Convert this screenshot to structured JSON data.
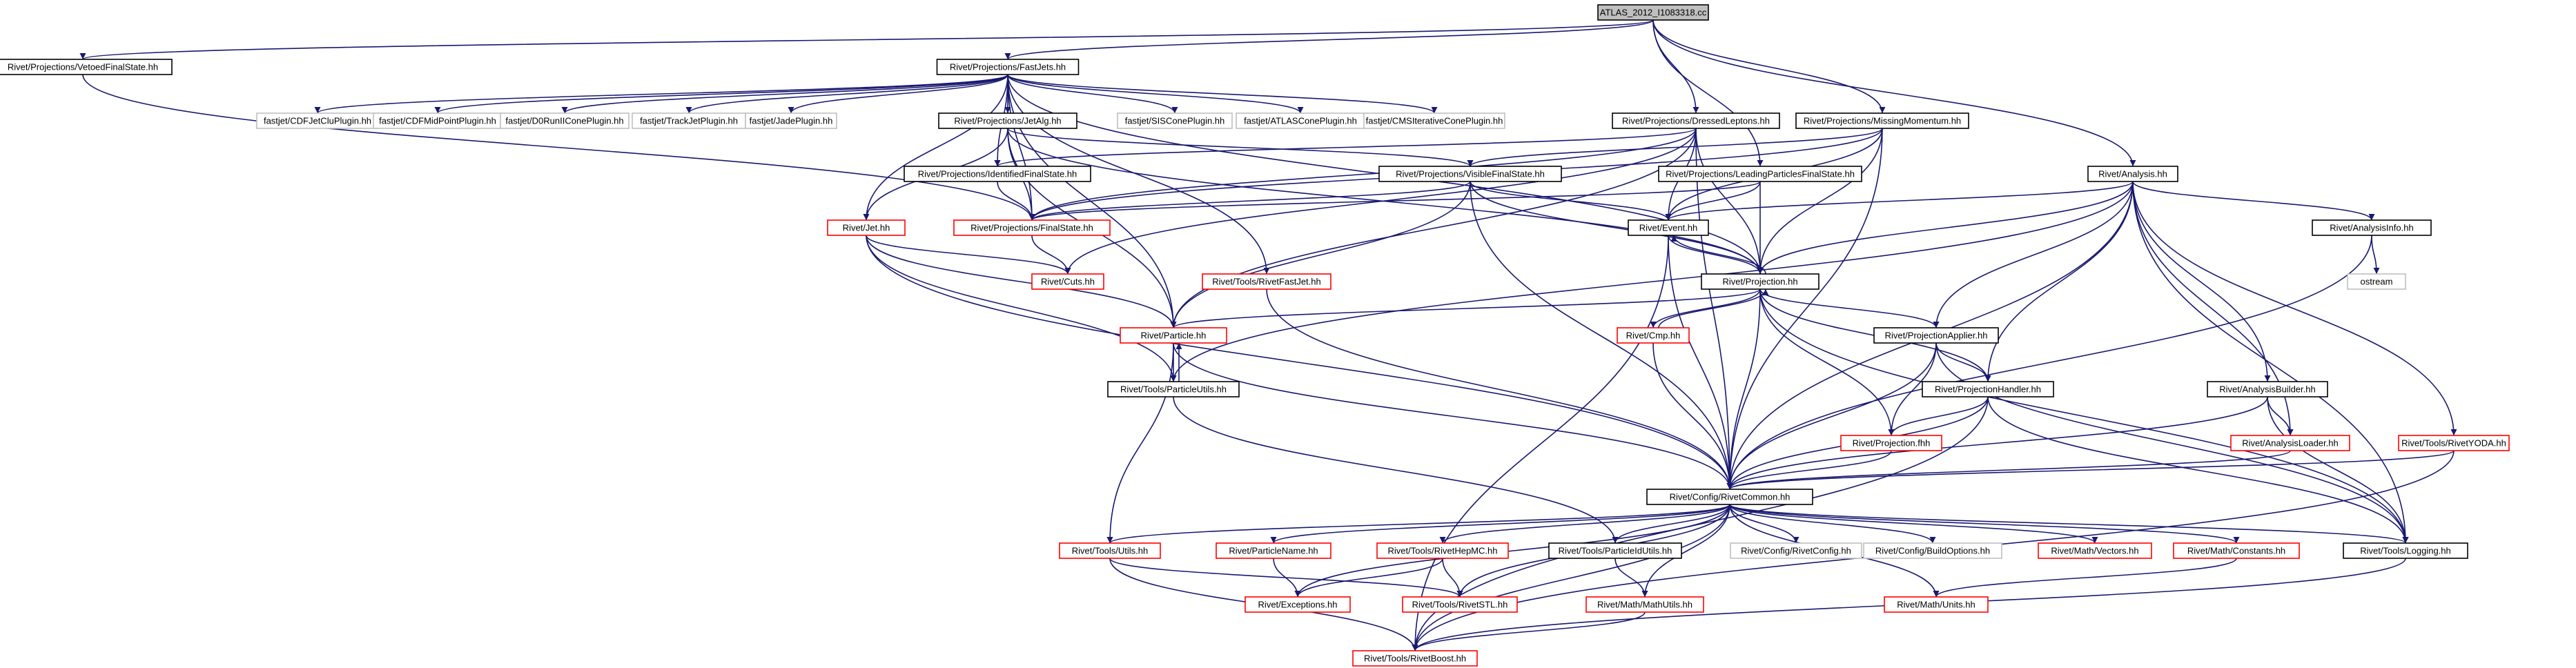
{
  "palette": {
    "edge": "#191970",
    "root_fill": "#bfbfbf",
    "node_fill": "#ffffff",
    "border_documented": "#000000",
    "border_red": "#ff0000",
    "border_external": "#bfbfbf"
  },
  "nodes": [
    {
      "id": "root",
      "label": "ATLAS_2012_I1083318.cc",
      "kind": "root"
    },
    {
      "id": "vetoed",
      "label": "Rivet/Projections/VetoedFinalState.hh",
      "kind": "doc"
    },
    {
      "id": "fastjets",
      "label": "Rivet/Projections/FastJets.hh",
      "kind": "doc"
    },
    {
      "id": "dressed",
      "label": "Rivet/Projections/DressedLeptons.hh",
      "kind": "doc"
    },
    {
      "id": "missing",
      "label": "Rivet/Projections/MissingMomentum.hh",
      "kind": "doc"
    },
    {
      "id": "analysis",
      "label": "Rivet/Analysis.hh",
      "kind": "doc"
    },
    {
      "id": "cdfjetclu",
      "label": "fastjet/CDFJetCluPlugin.hh",
      "kind": "ext"
    },
    {
      "id": "cdfmid",
      "label": "fastjet/CDFMidPointPlugin.hh",
      "kind": "ext"
    },
    {
      "id": "d0run",
      "label": "fastjet/D0RunIIConePlugin.hh",
      "kind": "ext"
    },
    {
      "id": "trackjet",
      "label": "fastjet/TrackJetPlugin.hh",
      "kind": "ext"
    },
    {
      "id": "jadeplugin",
      "label": "fastjet/JadePlugin.hh",
      "kind": "ext"
    },
    {
      "id": "jetalg",
      "label": "Rivet/Projections/JetAlg.hh",
      "kind": "doc"
    },
    {
      "id": "siscone",
      "label": "fastjet/SISConePlugin.hh",
      "kind": "ext"
    },
    {
      "id": "atlascone",
      "label": "fastjet/ATLASConePlugin.hh",
      "kind": "ext"
    },
    {
      "id": "cmsiter",
      "label": "fastjet/CMSIterativeConePlugin.hh",
      "kind": "ext"
    },
    {
      "id": "identified",
      "label": "Rivet/Projections/IdentifiedFinalState.hh",
      "kind": "doc"
    },
    {
      "id": "visible",
      "label": "Rivet/Projections/VisibleFinalState.hh",
      "kind": "doc"
    },
    {
      "id": "leading",
      "label": "Rivet/Projections/LeadingParticlesFinalState.hh",
      "kind": "doc"
    },
    {
      "id": "jet",
      "label": "Rivet/Jet.hh",
      "kind": "red"
    },
    {
      "id": "finalstate",
      "label": "Rivet/Projections/FinalState.hh",
      "kind": "red"
    },
    {
      "id": "event",
      "label": "Rivet/Event.hh",
      "kind": "doc"
    },
    {
      "id": "analysisinfo",
      "label": "Rivet/AnalysisInfo.hh",
      "kind": "doc"
    },
    {
      "id": "cuts",
      "label": "Rivet/Cuts.hh",
      "kind": "red"
    },
    {
      "id": "rivetfastjet",
      "label": "Rivet/Tools/RivetFastJet.hh",
      "kind": "red"
    },
    {
      "id": "projection",
      "label": "Rivet/Projection.hh",
      "kind": "doc"
    },
    {
      "id": "ostream",
      "label": "ostream",
      "kind": "ext"
    },
    {
      "id": "cmp",
      "label": "Rivet/Cmp.hh",
      "kind": "red"
    },
    {
      "id": "particle",
      "label": "Rivet/Particle.hh",
      "kind": "red"
    },
    {
      "id": "projapplier",
      "label": "Rivet/ProjectionApplier.hh",
      "kind": "doc"
    },
    {
      "id": "particleutils",
      "label": "Rivet/Tools/ParticleUtils.hh",
      "kind": "doc"
    },
    {
      "id": "projhandler",
      "label": "Rivet/ProjectionHandler.hh",
      "kind": "doc"
    },
    {
      "id": "analysisbuilder",
      "label": "Rivet/AnalysisBuilder.hh",
      "kind": "doc"
    },
    {
      "id": "projfhh",
      "label": "Rivet/Projection.fhh",
      "kind": "red"
    },
    {
      "id": "analysisloader",
      "label": "Rivet/AnalysisLoader.hh",
      "kind": "red"
    },
    {
      "id": "rivetyoda",
      "label": "Rivet/Tools/RivetYODA.hh",
      "kind": "red"
    },
    {
      "id": "rivetcommon",
      "label": "Rivet/Config/RivetCommon.hh",
      "kind": "doc"
    },
    {
      "id": "toolsutils",
      "label": "Rivet/Tools/Utils.hh",
      "kind": "red"
    },
    {
      "id": "particlename",
      "label": "Rivet/ParticleName.hh",
      "kind": "red"
    },
    {
      "id": "rivethepmc",
      "label": "Rivet/Tools/RivetHepMC.hh",
      "kind": "red"
    },
    {
      "id": "particleidutils",
      "label": "Rivet/Tools/ParticleIdUtils.hh",
      "kind": "doc"
    },
    {
      "id": "rivetconfig",
      "label": "Rivet/Config/RivetConfig.hh",
      "kind": "ext"
    },
    {
      "id": "buildoptions",
      "label": "Rivet/Config/BuildOptions.hh",
      "kind": "ext"
    },
    {
      "id": "mathvectors",
      "label": "Rivet/Math/Vectors.hh",
      "kind": "red"
    },
    {
      "id": "mathconstants",
      "label": "Rivet/Math/Constants.hh",
      "kind": "red"
    },
    {
      "id": "logging",
      "label": "Rivet/Tools/Logging.hh",
      "kind": "doc"
    },
    {
      "id": "exceptions",
      "label": "Rivet/Exceptions.hh",
      "kind": "red"
    },
    {
      "id": "rivetstl",
      "label": "Rivet/Tools/RivetSTL.hh",
      "kind": "red"
    },
    {
      "id": "mathutils",
      "label": "Rivet/Math/MathUtils.hh",
      "kind": "red"
    },
    {
      "id": "mathunits",
      "label": "Rivet/Math/Units.hh",
      "kind": "red"
    },
    {
      "id": "rivetboost",
      "label": "Rivet/Tools/RivetBoost.hh",
      "kind": "red"
    }
  ],
  "edges": [
    [
      "root",
      "vetoed"
    ],
    [
      "root",
      "fastjets"
    ],
    [
      "root",
      "dressed"
    ],
    [
      "root",
      "missing"
    ],
    [
      "root",
      "analysis"
    ],
    [
      "root",
      "leading"
    ],
    [
      "vetoed",
      "finalstate"
    ],
    [
      "fastjets",
      "cdfjetclu"
    ],
    [
      "fastjets",
      "cdfmid"
    ],
    [
      "fastjets",
      "d0run"
    ],
    [
      "fastjets",
      "trackjet"
    ],
    [
      "fastjets",
      "jadeplugin"
    ],
    [
      "fastjets",
      "jetalg"
    ],
    [
      "fastjets",
      "siscone"
    ],
    [
      "fastjets",
      "atlascone"
    ],
    [
      "fastjets",
      "cmsiter"
    ],
    [
      "fastjets",
      "identified"
    ],
    [
      "fastjets",
      "finalstate"
    ],
    [
      "fastjets",
      "jet"
    ],
    [
      "fastjets",
      "particle"
    ],
    [
      "fastjets",
      "projection"
    ],
    [
      "fastjets",
      "rivetfastjet"
    ],
    [
      "jetalg",
      "visible"
    ],
    [
      "jetalg",
      "jet"
    ],
    [
      "jetalg",
      "particle"
    ],
    [
      "jetalg",
      "projection"
    ],
    [
      "jetalg",
      "finalstate"
    ],
    [
      "dressed",
      "identified"
    ],
    [
      "dressed",
      "finalstate"
    ],
    [
      "dressed",
      "event"
    ],
    [
      "dressed",
      "projection"
    ],
    [
      "dressed",
      "particle"
    ],
    [
      "dressed",
      "cuts"
    ],
    [
      "dressed",
      "rivetcommon"
    ],
    [
      "missing",
      "visible"
    ],
    [
      "missing",
      "event"
    ],
    [
      "missing",
      "projection"
    ],
    [
      "missing",
      "rivetcommon"
    ],
    [
      "missing",
      "finalstate"
    ],
    [
      "leading",
      "finalstate"
    ],
    [
      "leading",
      "event"
    ],
    [
      "leading",
      "projection"
    ],
    [
      "identified",
      "finalstate"
    ],
    [
      "visible",
      "finalstate"
    ],
    [
      "visible",
      "event"
    ],
    [
      "visible",
      "projection"
    ],
    [
      "visible",
      "particle"
    ],
    [
      "visible",
      "rivetcommon"
    ],
    [
      "finalstate",
      "cuts"
    ],
    [
      "jet",
      "cuts"
    ],
    [
      "jet",
      "particle"
    ],
    [
      "jet",
      "particleutils"
    ],
    [
      "jet",
      "rivetcommon"
    ],
    [
      "event",
      "projection"
    ],
    [
      "event",
      "rivetcommon"
    ],
    [
      "event",
      "rivetboost"
    ],
    [
      "analysis",
      "event"
    ],
    [
      "analysis",
      "projection"
    ],
    [
      "analysis",
      "analysisinfo"
    ],
    [
      "analysis",
      "projapplier"
    ],
    [
      "analysis",
      "projhandler"
    ],
    [
      "analysis",
      "analysisbuilder"
    ],
    [
      "analysis",
      "analysisloader"
    ],
    [
      "analysis",
      "rivetyoda"
    ],
    [
      "analysis",
      "logging"
    ],
    [
      "analysis",
      "particleutils"
    ],
    [
      "analysis",
      "rivetcommon"
    ],
    [
      "analysisinfo",
      "ostream"
    ],
    [
      "analysisinfo",
      "rivetcommon"
    ],
    [
      "rivetfastjet",
      "rivetcommon"
    ],
    [
      "projection",
      "cmp"
    ],
    [
      "projection",
      "particle"
    ],
    [
      "projection",
      "projapplier"
    ],
    [
      "projection",
      "projhandler"
    ],
    [
      "projection",
      "projfhh"
    ],
    [
      "projection",
      "rivetcommon"
    ],
    [
      "projection",
      "event"
    ],
    [
      "projection",
      "logging"
    ],
    [
      "cmp",
      "projection"
    ],
    [
      "cmp",
      "rivetcommon"
    ],
    [
      "particle",
      "particleutils"
    ],
    [
      "particle",
      "rivetcommon"
    ],
    [
      "particle",
      "toolsutils"
    ],
    [
      "particleutils",
      "particle"
    ],
    [
      "particleutils",
      "particleidutils"
    ],
    [
      "projapplier",
      "projhandler"
    ],
    [
      "projapplier",
      "projfhh"
    ],
    [
      "projapplier",
      "rivetcommon"
    ],
    [
      "projapplier",
      "logging"
    ],
    [
      "projhandler",
      "projfhh"
    ],
    [
      "projhandler",
      "rivetcommon"
    ],
    [
      "projhandler",
      "logging"
    ],
    [
      "projhandler",
      "rivetboost"
    ],
    [
      "analysisbuilder",
      "analysisloader"
    ],
    [
      "analysisbuilder",
      "rivetcommon"
    ],
    [
      "analysisbuilder",
      "logging"
    ],
    [
      "analysisloader",
      "rivetcommon"
    ],
    [
      "rivetyoda",
      "rivetcommon"
    ],
    [
      "rivetyoda",
      "rivetboost"
    ],
    [
      "projfhh",
      "rivetcommon"
    ],
    [
      "rivetcommon",
      "toolsutils"
    ],
    [
      "rivetcommon",
      "particlename"
    ],
    [
      "rivetcommon",
      "rivethepmc"
    ],
    [
      "rivetcommon",
      "particleidutils"
    ],
    [
      "rivetcommon",
      "rivetconfig"
    ],
    [
      "rivetcommon",
      "buildoptions"
    ],
    [
      "rivetcommon",
      "mathvectors"
    ],
    [
      "rivetcommon",
      "mathconstants"
    ],
    [
      "rivetcommon",
      "logging"
    ],
    [
      "rivetcommon",
      "exceptions"
    ],
    [
      "rivetcommon",
      "rivetstl"
    ],
    [
      "rivetcommon",
      "mathutils"
    ],
    [
      "rivetcommon",
      "mathunits"
    ],
    [
      "rivetcommon",
      "rivetboost"
    ],
    [
      "toolsutils",
      "rivetstl"
    ],
    [
      "toolsutils",
      "rivetboost"
    ],
    [
      "particlename",
      "exceptions"
    ],
    [
      "rivethepmc",
      "exceptions"
    ],
    [
      "rivethepmc",
      "rivetstl"
    ],
    [
      "particleidutils",
      "mathutils"
    ],
    [
      "mathconstants",
      "mathunits"
    ],
    [
      "logging",
      "rivetboost"
    ],
    [
      "mathutils",
      "rivetboost"
    ]
  ]
}
